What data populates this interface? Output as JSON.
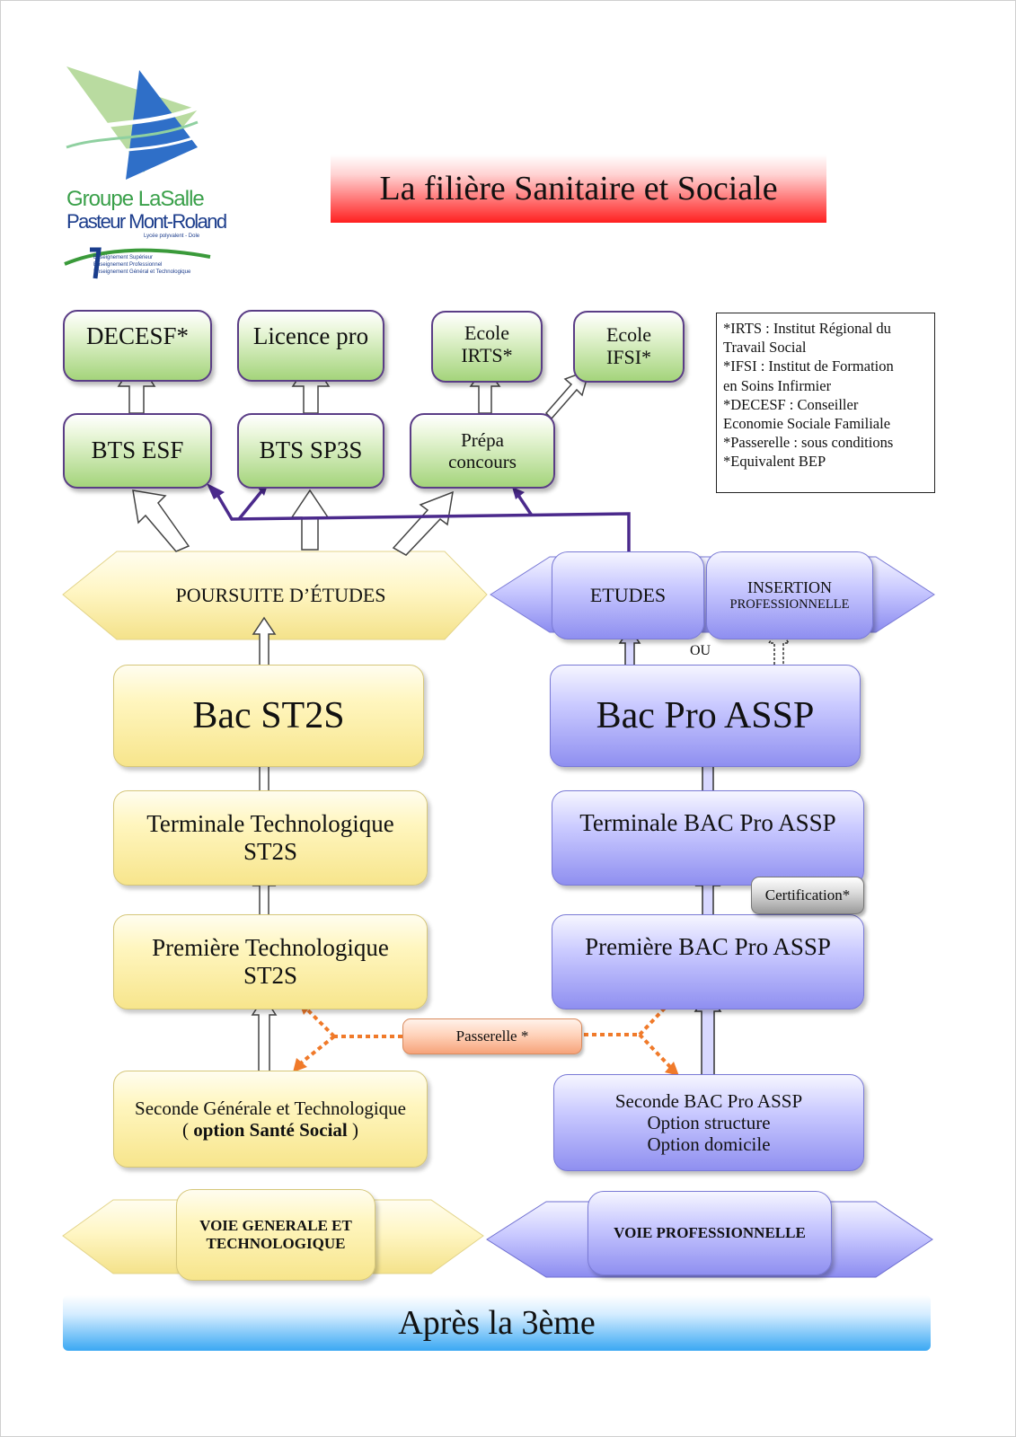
{
  "header": {
    "logo": {
      "line1": "Groupe LaSalle",
      "line2": "Pasteur Mont-Roland",
      "line3": "Lycée polyvalent - Dole",
      "line4": "Enseignement Supérieur",
      "line5": "Enseignement Professionnel",
      "line6": "Enseignement Général et Technologique"
    },
    "title": "La filière Sanitaire et Sociale"
  },
  "legend": {
    "lines": [
      "*IRTS : Institut Régional du",
      "Travail Social",
      "*IFSI : Institut de Formation",
      "en Soins Infirmier",
      "*DECESF : Conseiller",
      "Economie Sociale Familiale",
      "*Passerelle : sous conditions",
      "*Equivalent BEP"
    ]
  },
  "higher_ed": {
    "decesf": "DECESF*",
    "licence": "Licence pro",
    "irts_1": "Ecole",
    "irts_2": "IRTS*",
    "ifsi_1": "Ecole",
    "ifsi_2": "IFSI*",
    "bts_esf": "BTS ESF",
    "bts_sp3s": "BTS SP3S",
    "prepa_1": "Prépa",
    "prepa_2": "concours"
  },
  "general_track": {
    "poursuite": "POURSUITE D’ÉTUDES",
    "bac": "Bac ST2S",
    "terminale_1": "Terminale Technologique",
    "terminale_2": "ST2S",
    "premiere_1": "Première Technologique",
    "premiere_2": "ST2S",
    "seconde_1": "Seconde Générale et Technologique",
    "seconde_2_open": "( ",
    "seconde_2_bold": "option Santé Social",
    "seconde_2_close": " )",
    "voie_1": "VOIE GENERALE ET",
    "voie_2": "TECHNOLOGIQUE"
  },
  "pro_track": {
    "etudes": "ETUDES",
    "insertion_1": "INSERTION",
    "insertion_2": "PROFESSIONNELLE",
    "ou": "OU",
    "bac": "Bac Pro ASSP",
    "terminale": "Terminale BAC Pro ASSP",
    "certification": "Certification*",
    "premiere": "Première BAC Pro ASSP",
    "seconde_1": "Seconde BAC Pro ASSP",
    "seconde_2": "Option structure",
    "seconde_3": "Option domicile",
    "voie": "VOIE PROFESSIONNELLE"
  },
  "passerelle": "Passerelle *",
  "footer": "Après la 3ème",
  "colors": {
    "green": "#a4d47b",
    "yellow": "#f7e58c",
    "blue": "#8f8ff0",
    "red": "#ff2020",
    "sky": "#3aa8f3",
    "purple_line": "#4b2a8c",
    "orange_dots": "#f07a2a"
  }
}
